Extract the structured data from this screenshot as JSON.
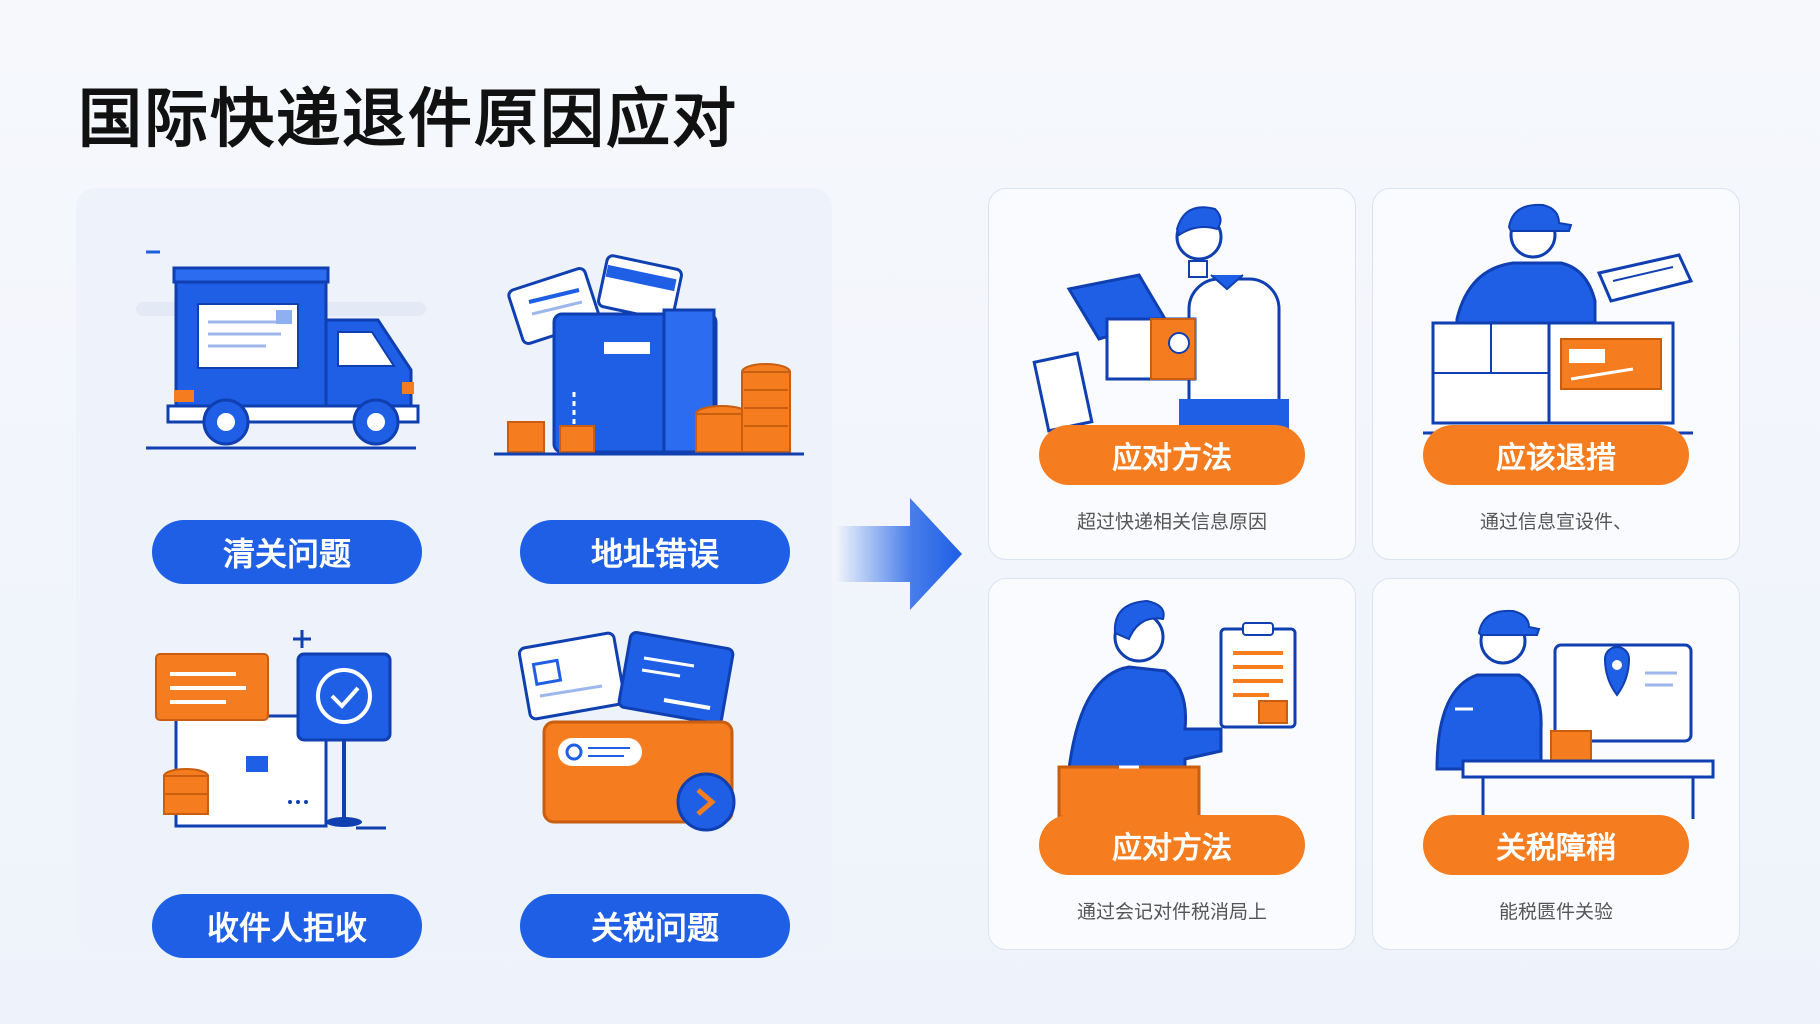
{
  "page": {
    "title": "国际快递退件原因应对"
  },
  "colors": {
    "primary": "#1e5fe6",
    "accent": "#f57c1f",
    "background": "#f6f8fc"
  },
  "causes": [
    {
      "label": "清关问题",
      "icon": "delivery-truck-icon"
    },
    {
      "label": "地址错误",
      "icon": "documents-and-coins-icon"
    },
    {
      "label": "收件人拒收",
      "icon": "rejected-parcel-check-icon"
    },
    {
      "label": "关税问题",
      "icon": "tariff-card-icon"
    }
  ],
  "solutions": [
    {
      "label": "应对方法",
      "description": "超过快递相关信息原因",
      "icon": "person-holding-parcel-icon"
    },
    {
      "label": "应该退措",
      "description": "通过信息宣设件、",
      "icon": "courier-with-boxes-icon"
    },
    {
      "label": "应对方法",
      "description": "通过会记对件税消局上",
      "icon": "person-with-clipboard-icon"
    },
    {
      "label": "关税障稍",
      "description": "能税匮件关验",
      "icon": "courier-with-map-screen-icon"
    }
  ]
}
